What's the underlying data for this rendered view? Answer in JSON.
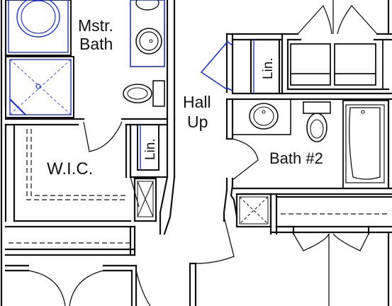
{
  "labels": {
    "mstr_bath_line1": "Mstr.",
    "mstr_bath_line2": "Bath",
    "wic": "W.I.C.",
    "lin_left": "Lin.",
    "lin_right": "Lin.",
    "hall_line1": "Hall",
    "hall_line2": "Up",
    "bath2": "Bath #2"
  },
  "colors": {
    "wall": "#111111",
    "fixture_blue": "#1c2fd0",
    "background": "#ffffff"
  }
}
